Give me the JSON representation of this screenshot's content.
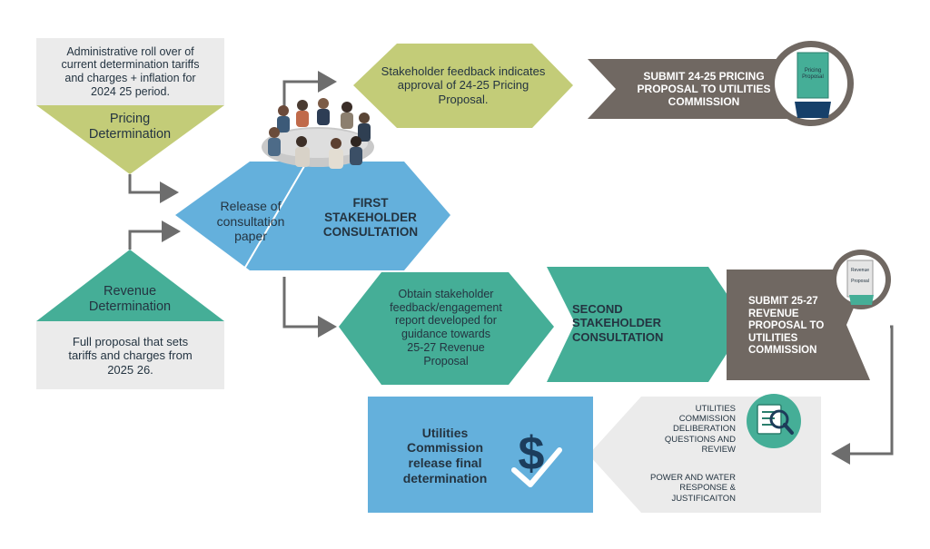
{
  "pricing": {
    "description": "Administrative roll over of\ncurrent determination tariffs\nand charges + inflation for\n2024 25 period.",
    "label": "Pricing\nDetermination"
  },
  "revenue": {
    "label": "Revenue\nDetermination",
    "description": "Full proposal that sets\ntariffs and charges from\n2025 26."
  },
  "first_consultation": {
    "left_label": "Release of\nconsultation\npaper",
    "right_label": "FIRST\nSTAKEHOLDER\nCONSULTATION"
  },
  "stakeholder_feedback": "Stakeholder feedback indicates\napproval of 24-25 Pricing\nProposal.",
  "submit_pricing": "SUBMIT 24-25 PRICING\nPROPOSAL TO UTILITIES\nCOMMISSION",
  "pricing_doc_text": "Pricing\nProposal",
  "obtain_feedback": "Obtain stakeholder\nfeedback/engagement\nreport developed for\nguidance towards\n25-27 Revenue\nProposal",
  "second_consultation": "SECOND\nSTAKEHOLDER\nCONSULTATION",
  "submit_revenue": "SUBMIT 25-27\nREVENUE\nPROPOSAL TO\nUTILITIES\nCOMMISSION",
  "revenue_doc_text": "Revenue\n\nProposal",
  "deliberation": "UTILITIES\nCOMMISSION\nDELIBERATION\nQUESTIONS AND\nREVIEW",
  "response": "POWER AND WATER\nRESPONSE &\nJUSTIFICAITON",
  "final_determination": "Utilities\nCommission\nrelease final\ndetermination",
  "colors": {
    "lime": "#c3cc78",
    "teal": "#45ae97",
    "blue": "#64b0dc",
    "taupe": "#706862",
    "light_grey": "#ebebeb",
    "arrow": "#6d6d6d"
  }
}
